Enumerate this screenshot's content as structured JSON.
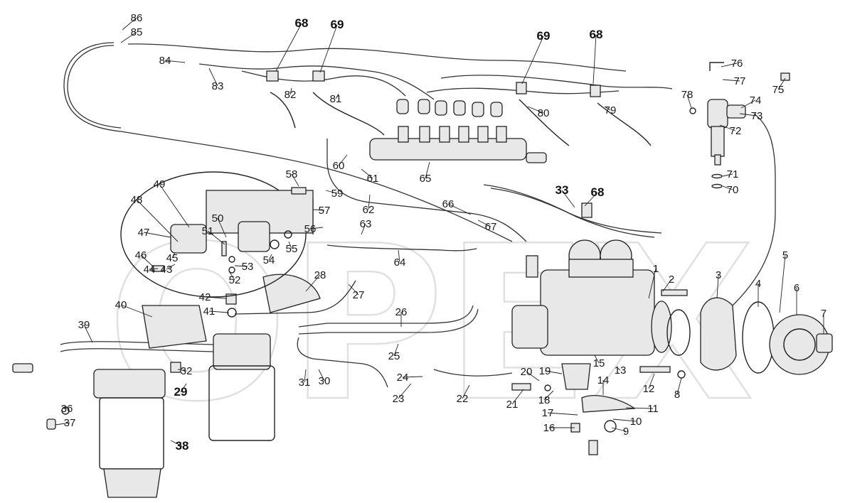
{
  "watermark": "OPEX",
  "labels": [
    {
      "id": "1",
      "bold": false
    },
    {
      "id": "2",
      "bold": false
    },
    {
      "id": "3",
      "bold": false
    },
    {
      "id": "4",
      "bold": false
    },
    {
      "id": "5",
      "bold": false
    },
    {
      "id": "6",
      "bold": false
    },
    {
      "id": "7",
      "bold": false
    },
    {
      "id": "8",
      "bold": false
    },
    {
      "id": "9",
      "bold": false
    },
    {
      "id": "10",
      "bold": false
    },
    {
      "id": "11",
      "bold": false
    },
    {
      "id": "12",
      "bold": false
    },
    {
      "id": "13",
      "bold": false
    },
    {
      "id": "14",
      "bold": false
    },
    {
      "id": "15",
      "bold": false
    },
    {
      "id": "16",
      "bold": false
    },
    {
      "id": "17",
      "bold": false
    },
    {
      "id": "18",
      "bold": false
    },
    {
      "id": "19",
      "bold": false
    },
    {
      "id": "20",
      "bold": false
    },
    {
      "id": "21",
      "bold": false
    },
    {
      "id": "22",
      "bold": false
    },
    {
      "id": "23",
      "bold": false
    },
    {
      "id": "24",
      "bold": false
    },
    {
      "id": "25",
      "bold": false
    },
    {
      "id": "26",
      "bold": false
    },
    {
      "id": "27",
      "bold": false
    },
    {
      "id": "28",
      "bold": false
    },
    {
      "id": "29",
      "bold": true
    },
    {
      "id": "30",
      "bold": false
    },
    {
      "id": "31",
      "bold": false
    },
    {
      "id": "32",
      "bold": false
    },
    {
      "id": "33",
      "bold": true
    },
    {
      "id": "36",
      "bold": false
    },
    {
      "id": "37",
      "bold": false
    },
    {
      "id": "38",
      "bold": true
    },
    {
      "id": "39",
      "bold": false
    },
    {
      "id": "40",
      "bold": false
    },
    {
      "id": "41",
      "bold": false
    },
    {
      "id": "42",
      "bold": false
    },
    {
      "id": "43",
      "bold": false
    },
    {
      "id": "44",
      "bold": false
    },
    {
      "id": "45",
      "bold": false
    },
    {
      "id": "46",
      "bold": false
    },
    {
      "id": "47",
      "bold": false
    },
    {
      "id": "48",
      "bold": false
    },
    {
      "id": "49",
      "bold": false
    },
    {
      "id": "50",
      "bold": false
    },
    {
      "id": "51",
      "bold": false
    },
    {
      "id": "52",
      "bold": false
    },
    {
      "id": "53",
      "bold": false
    },
    {
      "id": "54",
      "bold": false
    },
    {
      "id": "55",
      "bold": false
    },
    {
      "id": "56",
      "bold": false
    },
    {
      "id": "57",
      "bold": false
    },
    {
      "id": "58",
      "bold": false
    },
    {
      "id": "59",
      "bold": false
    },
    {
      "id": "60",
      "bold": false
    },
    {
      "id": "61",
      "bold": false
    },
    {
      "id": "62",
      "bold": false
    },
    {
      "id": "63",
      "bold": false
    },
    {
      "id": "64",
      "bold": false
    },
    {
      "id": "65",
      "bold": false
    },
    {
      "id": "66",
      "bold": false
    },
    {
      "id": "67",
      "bold": false
    },
    {
      "id": "68",
      "bold": true
    },
    {
      "id": "68",
      "bold": true
    },
    {
      "id": "68",
      "bold": true
    },
    {
      "id": "69",
      "bold": true
    },
    {
      "id": "69",
      "bold": true
    },
    {
      "id": "70",
      "bold": false
    },
    {
      "id": "71",
      "bold": false
    },
    {
      "id": "72",
      "bold": false
    },
    {
      "id": "73",
      "bold": false
    },
    {
      "id": "74",
      "bold": false
    },
    {
      "id": "75",
      "bold": false
    },
    {
      "id": "76",
      "bold": false
    },
    {
      "id": "77",
      "bold": false
    },
    {
      "id": "78",
      "bold": false
    },
    {
      "id": "79",
      "bold": false
    },
    {
      "id": "80",
      "bold": false
    },
    {
      "id": "81",
      "bold": false
    },
    {
      "id": "82",
      "bold": false
    },
    {
      "id": "83",
      "bold": false
    },
    {
      "id": "84",
      "bold": false
    },
    {
      "id": "85",
      "bold": false
    },
    {
      "id": "86",
      "bold": false
    }
  ]
}
